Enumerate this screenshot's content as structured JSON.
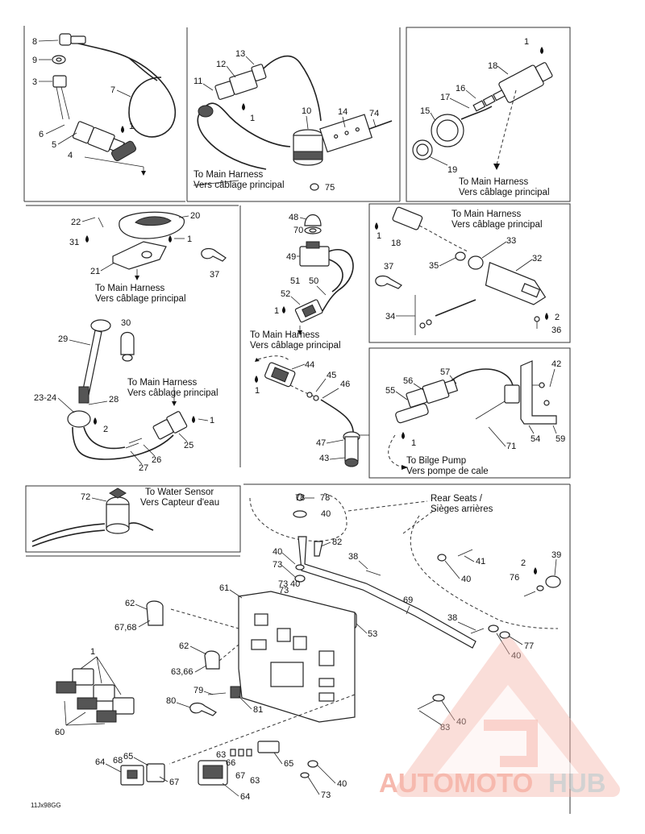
{
  "diagram_code": "11Jx98GG",
  "sections": {
    "coil_harness": {
      "parts": [
        "8",
        "9",
        "3",
        "7",
        "6",
        "5",
        "4",
        "1"
      ]
    },
    "horn_relay": {
      "parts": [
        "13",
        "12",
        "11",
        "1",
        "10",
        "14",
        "74",
        "75"
      ],
      "caption": [
        "To Main Harness",
        "Vers câblage principal"
      ]
    },
    "fuel_sender": {
      "parts": [
        "1",
        "18",
        "16",
        "17",
        "15",
        "19"
      ],
      "caption": [
        "To Main Harness",
        "Vers câblage principal"
      ]
    },
    "switch_knob": {
      "parts": [
        "22",
        "20",
        "31",
        "1",
        "21",
        "37"
      ],
      "caption": [
        "To Main Harness",
        "Vers câblage principal"
      ]
    },
    "push_switch": {
      "parts": [
        "48",
        "70",
        "49",
        "51",
        "50",
        "52",
        "1"
      ],
      "caption": [
        "To Main Harness",
        "Vers câblage principal"
      ]
    },
    "tether": {
      "parts": [
        "1",
        "18",
        "33",
        "35",
        "32",
        "37",
        "34",
        "2",
        "36"
      ],
      "caption": [
        "To Main Harness",
        "Vers câblage principal"
      ]
    },
    "nav_light": {
      "parts": [
        "29",
        "30",
        "23-24",
        "28",
        "2",
        "25",
        "1",
        "27",
        "26"
      ],
      "caption": [
        "To Main Harness",
        "Vers câblage principal"
      ]
    },
    "sensor_lower": {
      "parts": [
        "44",
        "1",
        "45",
        "46",
        "47",
        "43"
      ]
    },
    "bilge": {
      "parts": [
        "57",
        "42",
        "56",
        "55",
        "1",
        "71",
        "54",
        "59"
      ],
      "caption": [
        "To Bilge Pump",
        "Vers pompe de cale"
      ]
    },
    "water_sensor": {
      "parts": [
        "72"
      ],
      "caption": [
        "To Water Sensor",
        "Vers Capteur d'eau"
      ]
    },
    "main_box": {
      "parts": [
        "78",
        "40",
        "82",
        "40",
        "73",
        "40",
        "38",
        "41",
        "40",
        "2",
        "39",
        "76",
        "61",
        "73",
        "40",
        "62",
        "67,68",
        "69",
        "53",
        "38",
        "77",
        "40",
        "62",
        "63,66",
        "1",
        "79",
        "80",
        "81",
        "60",
        "40",
        "83",
        "64",
        "68",
        "65",
        "67",
        "63",
        "66",
        "67",
        "63",
        "65",
        "40",
        "73",
        "64"
      ],
      "caption": [
        "Rear Seats /",
        "Sièges arrières"
      ]
    }
  },
  "watermark": {
    "part1": "AUTOMOTO",
    "part2": "HUB",
    "color1": "#f4a89a",
    "color2": "#c8c8c8"
  }
}
